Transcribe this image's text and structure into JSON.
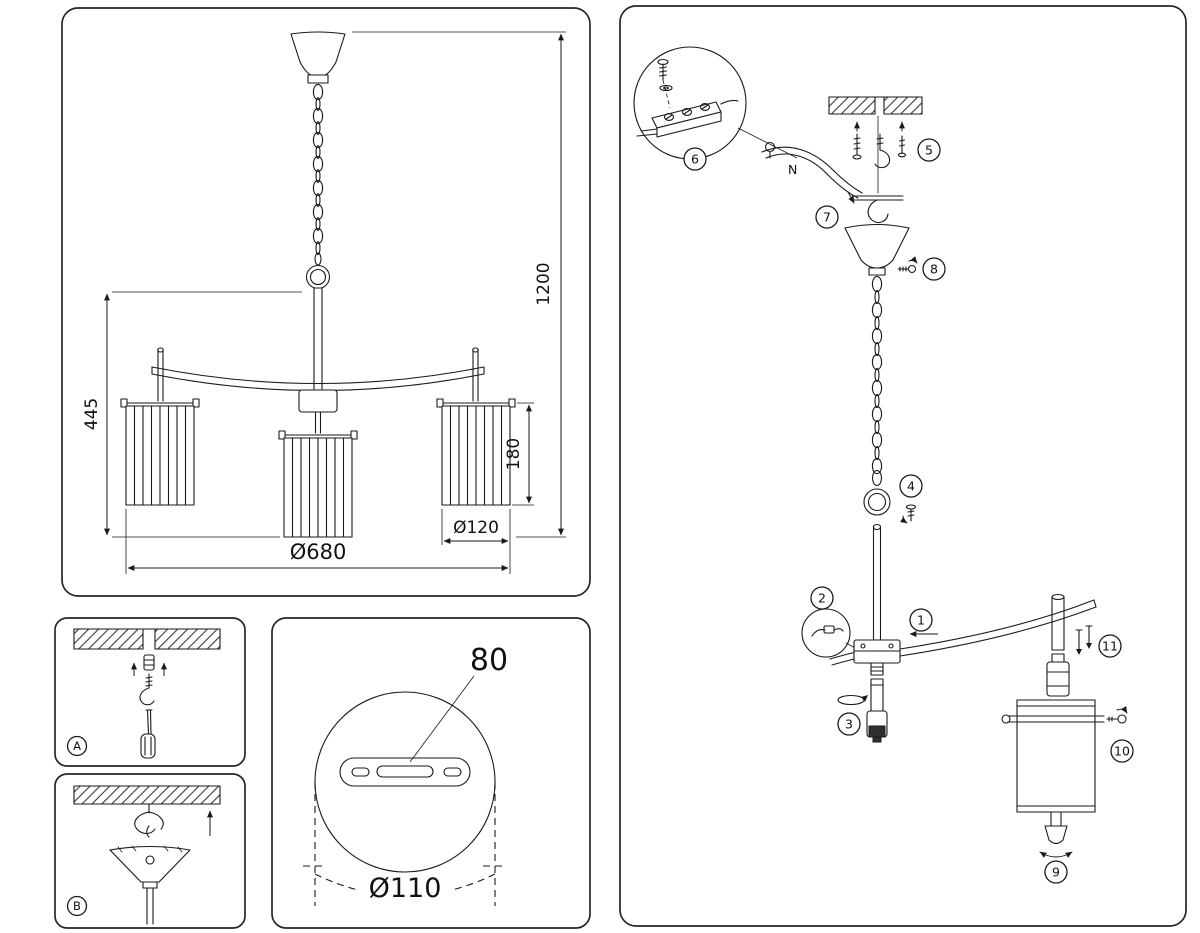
{
  "front_view": {
    "overall_height": "1200",
    "body_height": "445",
    "shade_height": "180",
    "shade_diameter": "Ø120",
    "overall_diameter": "Ø680"
  },
  "mounting_details": {
    "step_a": "A",
    "step_b": "B",
    "slot_spacing": "80",
    "canopy_diameter": "Ø110"
  },
  "assembly": {
    "neutral_wire": "N",
    "callouts": [
      "1",
      "2",
      "3",
      "4",
      "5",
      "6",
      "7",
      "8",
      "9",
      "10",
      "11"
    ]
  }
}
